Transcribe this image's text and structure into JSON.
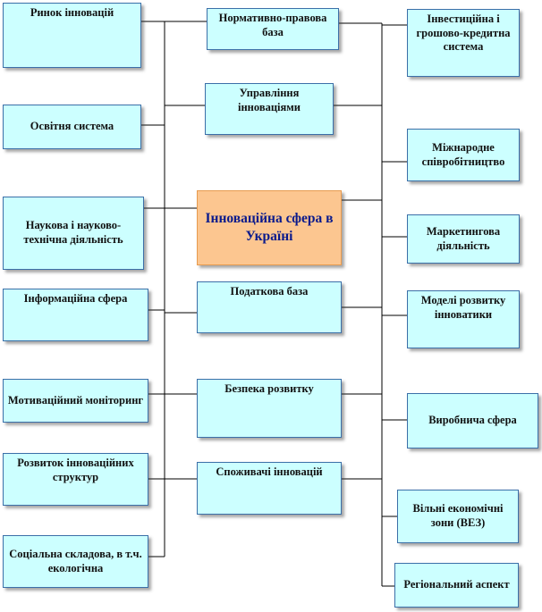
{
  "center": {
    "label": "Інноваційна сфера в Україні"
  },
  "left": [
    "Ринок інновацій",
    "Освітня система",
    "Наукова і науково-технічна діяльність",
    "Інформаційна сфера",
    "Мотиваційний моніторинг",
    "Розвиток інноваційних структур",
    "Соціальна складова, в т.ч. екологічна"
  ],
  "middle": [
    "Нормативно-правова база",
    "Управління інноваціями",
    "Податкова база",
    "Безпека розвитку",
    "Споживачі інновацій"
  ],
  "right": [
    "Інвестиційна і грошово-кредитна система",
    "Міжнародне співробітництво",
    "Маркетингова діяльність",
    "Моделі розвитку інноватики",
    "Виробнича сфера",
    "Вільні економічні зони (ВЕЗ)",
    "Регіональний аспект"
  ],
  "colors": {
    "box_fill": "#ccffff",
    "box_border": "#3b6fa8",
    "center_fill": "#fcc690",
    "center_text": "#0a1a8c",
    "connector": "#000000"
  }
}
